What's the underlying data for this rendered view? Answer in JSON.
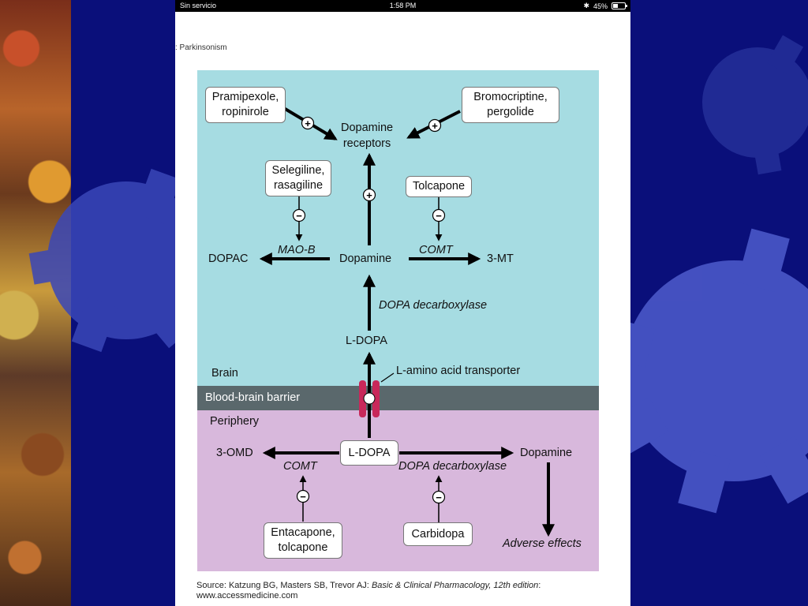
{
  "status_bar": {
    "carrier": "Sin servicio",
    "time": "1:58 PM",
    "battery": "45%",
    "battery_level": 0.45
  },
  "page": {
    "heading": ": Parkinsonism"
  },
  "diagram": {
    "zones": {
      "brain": "Brain",
      "bbb": "Blood-brain barrier",
      "periphery": "Periphery"
    },
    "boxes": {
      "pramipexole": [
        "Pramipexole,",
        "ropinirole"
      ],
      "bromocriptine": [
        "Bromocriptine,",
        "pergolide"
      ],
      "selegiline": [
        "Selegiline,",
        "rasagiline"
      ],
      "tolcapone": "Tolcapone",
      "ldopa_periphery": "L-DOPA",
      "entacapone": [
        "Entacapone,",
        "tolcapone"
      ],
      "carbidopa": "Carbidopa"
    },
    "nodes": {
      "dopamine_receptors": [
        "Dopamine",
        "receptors"
      ],
      "dopac": "DOPAC",
      "dopamine_brain": "Dopamine",
      "three_mt": "3-MT",
      "ldopa_brain": "L-DOPA",
      "three_omd": "3-OMD",
      "dopamine_periphery": "Dopamine"
    },
    "enzymes": {
      "mao_b": "MAO-B",
      "comt_brain": "COMT",
      "dopa_decarboxylase_brain": "DOPA decarboxylase",
      "comt_periphery": "COMT",
      "dopa_decarboxylase_periphery": "DOPA decarboxylase"
    },
    "transporter": "L-amino acid transporter",
    "adverse_effects": "Adverse effects",
    "signs": {
      "plus": "+",
      "minus": "−"
    }
  },
  "source": {
    "prefix": "Source: Katzung BG, Masters SB, Trevor AJ: ",
    "book": "Basic & Clinical Pharmacology, 12th edition",
    "suffix": ":",
    "url": "www.accessmedicine.com"
  },
  "colors": {
    "slide_bg": "#0a0f7a",
    "gear": "#3a47b8",
    "brain": "#a6dce2",
    "bbb": "#5a686c",
    "periphery": "#d8b8dc",
    "transporter": "#c8285a"
  }
}
